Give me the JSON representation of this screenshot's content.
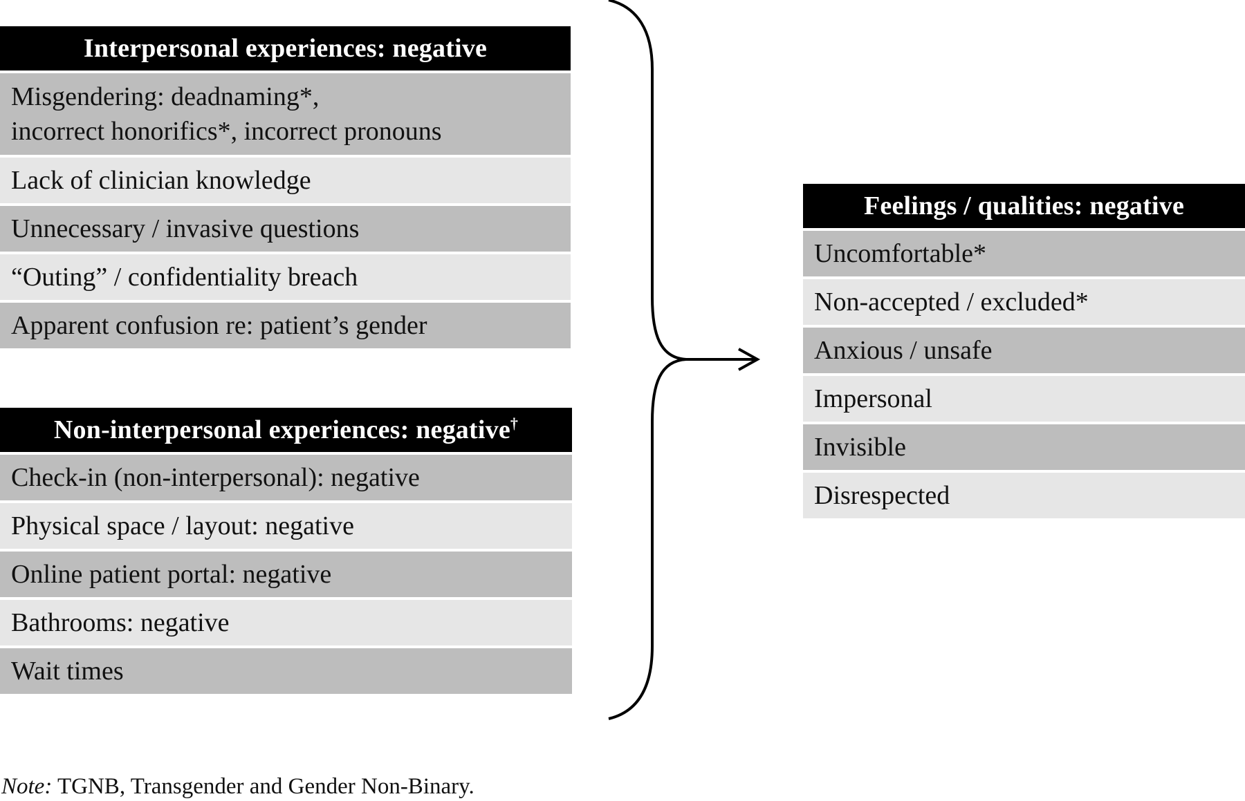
{
  "interpersonal": {
    "header": "Interpersonal experiences: negative",
    "items": [
      "Misgendering: deadnaming*,",
      "incorrect honorifics*, incorrect pronouns",
      "Lack of clinician knowledge",
      "Unnecessary / invasive questions",
      "“Outing” / confidentiality breach",
      "Apparent confusion re: patient’s gender"
    ]
  },
  "non_interpersonal": {
    "header": "Non-interpersonal experiences: negative",
    "header_mark": "†",
    "items": [
      "Check-in (non-interpersonal): negative",
      "Physical space / layout: negative",
      "Online patient portal: negative",
      "Bathrooms: negative",
      "Wait times"
    ]
  },
  "feelings": {
    "header": "Feelings / qualities: negative",
    "items": [
      "Uncomfortable*",
      "Non-accepted / excluded*",
      "Anxious / unsafe",
      "Impersonal",
      "Invisible",
      "Disrespected"
    ]
  },
  "note": {
    "label": "Note:",
    "text": " TGNB, Transgender and Gender Non-Binary."
  },
  "colors": {
    "header_bg": "#000000",
    "row_dark": "#bdbdbd",
    "row_light": "#e6e6e6",
    "connector": "#000000"
  }
}
